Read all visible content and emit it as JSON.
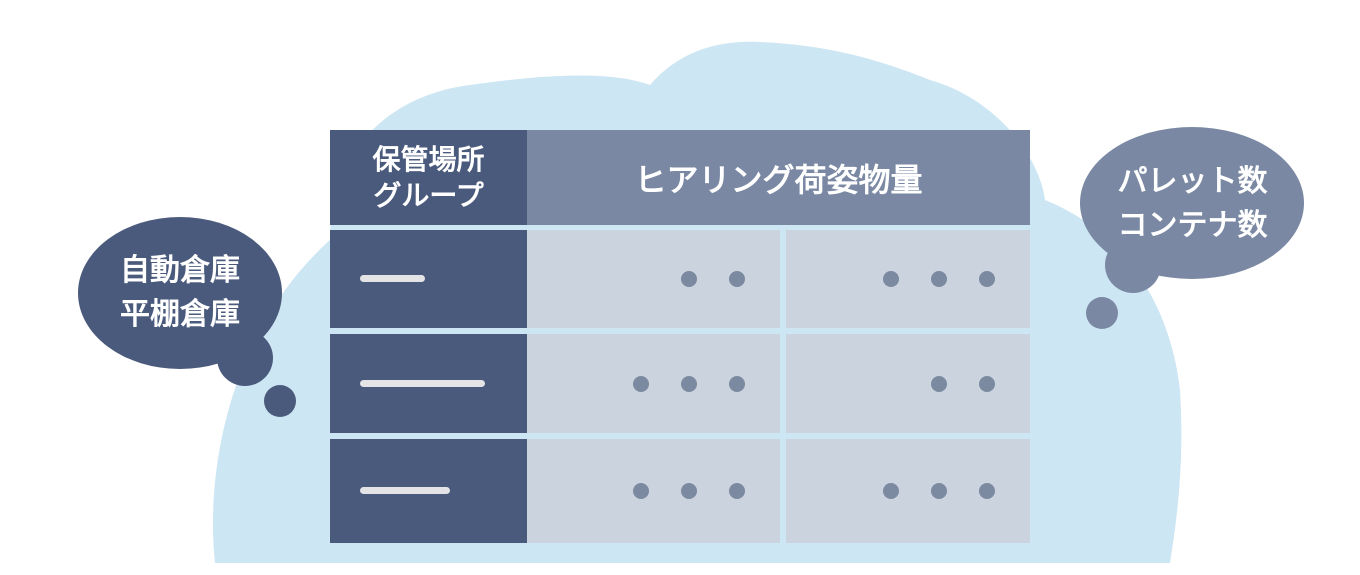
{
  "colors": {
    "cloud": "#cde6f3",
    "navy": "#4a5a7c",
    "header": "#7a88a3",
    "cell": "#cbd3de",
    "dot": "#7b8aa0"
  },
  "table": {
    "col1_header": [
      "保管場所",
      "グループ"
    ],
    "col2_header": "ヒアリング荷姿物量",
    "rows": [
      {
        "dots": [
          2,
          3
        ]
      },
      {
        "dots": [
          3,
          2
        ]
      },
      {
        "dots": [
          3,
          3
        ]
      }
    ]
  },
  "left_bubble": {
    "lines": [
      "自動倉庫",
      "平棚倉庫"
    ]
  },
  "right_bubble": {
    "lines": [
      "パレット数",
      "コンテナ数"
    ]
  }
}
